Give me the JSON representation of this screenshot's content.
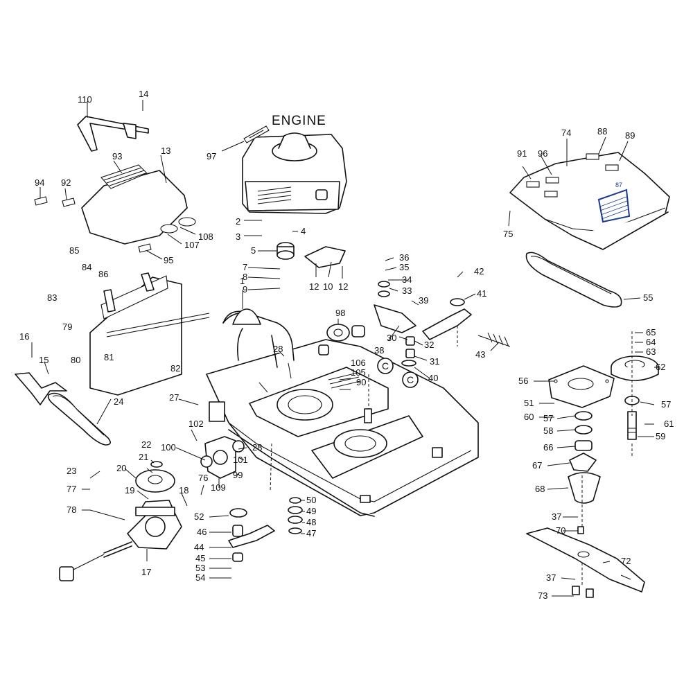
{
  "engine_label": "ENGINE",
  "section_marker": "C",
  "highlight_color": "#1a3b8a",
  "labels": {
    "p1": "1",
    "p2": "2",
    "p3": "3",
    "p4": "4",
    "p5": "5",
    "p7": "7",
    "p8": "8",
    "p9": "9",
    "p10": "10",
    "p12a": "12",
    "p12b": "12",
    "p13": "13",
    "p14": "14",
    "p15": "15",
    "p16": "16",
    "p17": "17",
    "p18": "18",
    "p19": "19",
    "p20": "20",
    "p21": "21",
    "p22": "22",
    "p23": "23",
    "p24": "24",
    "p27": "27",
    "p28a": "28",
    "p28b": "28",
    "p30": "30",
    "p31": "31",
    "p32": "32",
    "p33": "33",
    "p34": "34",
    "p35": "35",
    "p36": "36",
    "p37a": "37",
    "p37b": "37",
    "p38": "38",
    "p39": "39",
    "p40": "40",
    "p41": "41",
    "p42": "42",
    "p43": "43",
    "p44": "44",
    "p45": "45",
    "p46": "46",
    "p47": "47",
    "p48": "48",
    "p49": "49",
    "p50": "50",
    "p51": "51",
    "p52": "52",
    "p53": "53",
    "p54": "54",
    "p55": "55",
    "p56": "56",
    "p57a": "57",
    "p57b": "57",
    "p58": "58",
    "p59": "59",
    "p60": "60",
    "p61": "61",
    "p62": "62",
    "p63": "63",
    "p64": "64",
    "p65": "65",
    "p66": "66",
    "p67": "67",
    "p68": "68",
    "p70": "70",
    "p72": "72",
    "p73": "73",
    "p74": "74",
    "p75": "75",
    "p76": "76",
    "p77": "77",
    "p78": "78",
    "p79": "79",
    "p80": "80",
    "p81": "81",
    "p82": "82",
    "p83": "83",
    "p84": "84",
    "p85": "85",
    "p86": "86",
    "p87": "87",
    "p88": "88",
    "p89": "89",
    "p90": "90",
    "p91": "91",
    "p92": "92",
    "p93": "93",
    "p94": "94",
    "p95": "95",
    "p96": "96",
    "p97": "97",
    "p98": "98",
    "p99": "99",
    "p100": "100",
    "p101": "101",
    "p102": "102",
    "p105": "105",
    "p106": "106",
    "p107": "107",
    "p108": "108",
    "p109": "109",
    "p110": "110"
  }
}
